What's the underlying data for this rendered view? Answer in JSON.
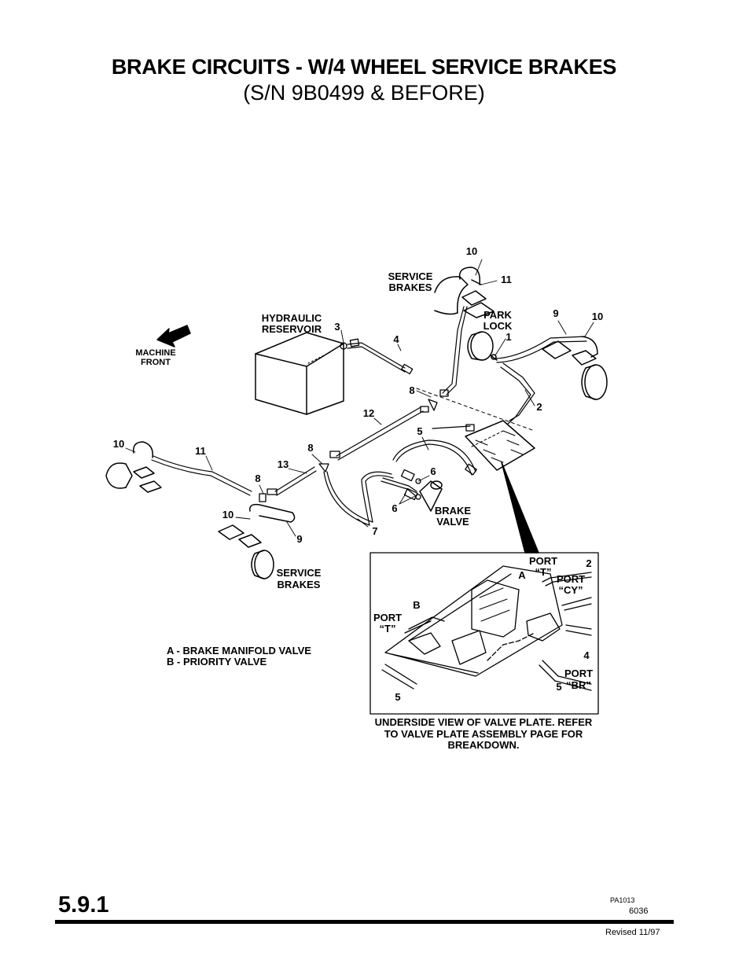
{
  "header": {
    "title": "BRAKE CIRCUITS - W/4 WHEEL SERVICE BRAKES",
    "subtitle": "(S/N 9B0499 & BEFORE)"
  },
  "diagram": {
    "labels": {
      "service_brakes_top_l1": "SERVICE",
      "service_brakes_top_l2": "BRAKES",
      "hydraulic_l1": "HYDRAULIC",
      "hydraulic_l2": "RESERVOIR",
      "park_l1": "PARK",
      "park_l2": "LOCK",
      "machine_l1": "MACHINE",
      "machine_l2": "FRONT",
      "brake_valve_l1": "BRAKE",
      "brake_valve_l2": "VALVE",
      "service_brakes_bot_l1": "SERVICE",
      "service_brakes_bot_l2": "BRAKES"
    },
    "callouts": {
      "c10a": "10",
      "c11a": "11",
      "c9a": "9",
      "c10b": "10",
      "c3": "3",
      "c4": "4",
      "c1": "1",
      "c8a": "8",
      "c2": "2",
      "c12": "12",
      "c5": "5",
      "c10c": "10",
      "c11b": "11",
      "c8b": "8",
      "c13": "13",
      "c8c": "8",
      "c6a": "6",
      "c6b": "6",
      "c10d": "10",
      "c9b": "9",
      "c7": "7"
    },
    "legend": {
      "a": "A - BRAKE MANIFOLD VALVE",
      "b": "B - PRIORITY VALVE"
    },
    "inset": {
      "port_t_top_l1": "PORT",
      "port_t_top_l2": "“T”",
      "a": "A",
      "n2": "2",
      "port_cy_l1": "PORT",
      "port_cy_l2": "“CY”",
      "b": "B",
      "port_t_left_l1": "PORT",
      "port_t_left_l2": "“T”",
      "n4": "4",
      "port_br_l1": "PORT",
      "port_br_l2": "“BR”",
      "n5a": "5",
      "n5b": "5",
      "caption_l1": "UNDERSIDE VIEW OF VALVE PLATE. REFER",
      "caption_l2": "TO VALVE PLATE ASSEMBLY PAGE FOR",
      "caption_l3": "BREAKDOWN."
    }
  },
  "footer": {
    "section": "5.9.1",
    "code": "PA1013",
    "page_number": "6036",
    "revision": "Revised 11/97"
  }
}
